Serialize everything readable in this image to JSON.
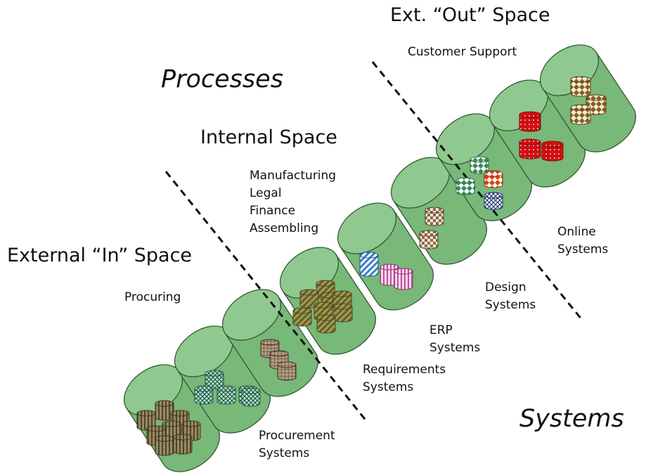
{
  "headings": {
    "processes": "Processes",
    "systems": "Systems",
    "internal_space": "Internal Space",
    "external_in_space": "External “In” Space",
    "ext_out_space": "Ext. “Out” Space"
  },
  "process_labels": {
    "customer_support": "Customer Support",
    "internal": [
      "Manufacturing",
      "Legal",
      "Finance",
      "Assembling"
    ],
    "procuring": "Procuring"
  },
  "system_labels": {
    "online": [
      "Online",
      "Systems"
    ],
    "design": [
      "Design",
      "Systems"
    ],
    "erp": [
      "ERP",
      "Systems"
    ],
    "requirements": [
      "Requirements",
      "Systems"
    ],
    "procurement": [
      "Procurement",
      "Systems"
    ]
  },
  "colors": {
    "tube_fill": "#78b878",
    "tube_top": "#8fc98f",
    "tube_stroke": "#2f4f2f",
    "divider": "#111111",
    "brown": "#8b6a4a",
    "olive": "#7a7a30",
    "dark_green": "#2e6a4a",
    "red": "#c81818",
    "blue": "#3a80c8",
    "pink": "#d070b0"
  }
}
